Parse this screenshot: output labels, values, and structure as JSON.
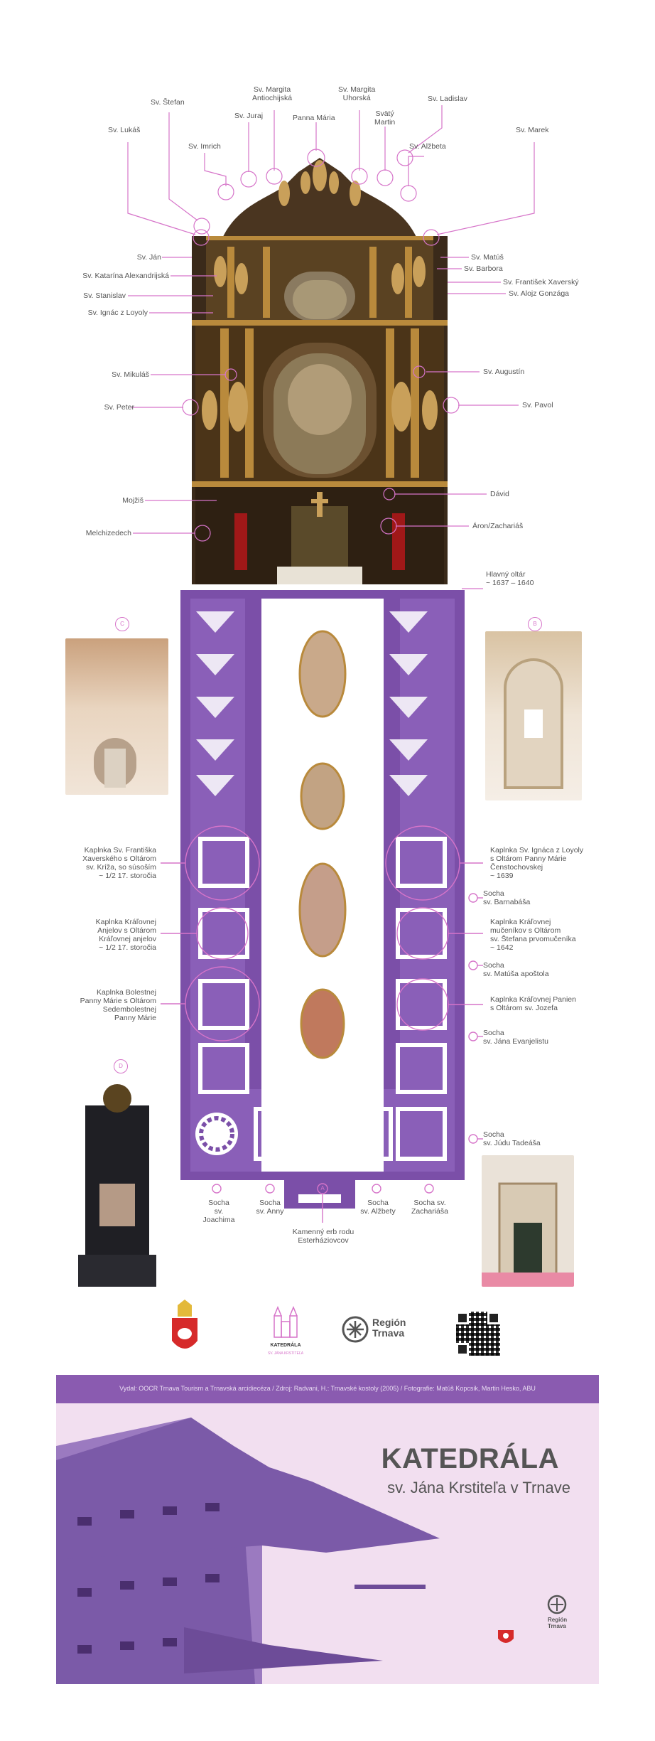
{
  "altar_labels": {
    "top": [
      "Sv. Margita\nAntiochijská",
      "Sv. Margita\nUhorská",
      "Sv. Štefan",
      "Sv. Ladislav",
      "Sv. Juraj",
      "Panna Mária",
      "Svätý\nMartin",
      "Sv. Lukáš",
      "Sv. Marek",
      "Sv. Imrich",
      "Sv. Alžbeta"
    ],
    "left": [
      "Sv. Ján",
      "Sv. Katarína Alexandrijská",
      "Sv. Stanislav",
      "Sv. Ignác z Loyoly",
      "Sv. Mikuláš",
      "Sv. Peter",
      "Mojžiš",
      "Melchizedech"
    ],
    "right": [
      "Sv. Matúš",
      "Sv. Barbora",
      "Sv. František Xaverský",
      "Sv. Alojz Gonzága",
      "Sv. Augustín",
      "Sv. Pavol",
      "Dávid",
      "Áron/Zachariáš",
      "Hlavný oltár\n~ 1637 – 1640"
    ]
  },
  "photo_markers": [
    "C",
    "B",
    "D",
    "A"
  ],
  "plan_left": [
    "Kaplnka Sv. Františka\nXaverského s Oltárom\nsv. Kríža, so súsoším\n~ 1/2 17. storočia",
    "Kaplnka Kráľovnej\nAnjelov s Oltárom\nKráľovnej anjelov\n~ 1/2 17. storočia",
    "Kaplnka Bolestnej\nPanny Márie s Oltárom\nSedembolestnej\nPanny Márie"
  ],
  "plan_right": [
    "Kaplnka Sv. Ignáca z Loyoly\ns Oltárom Panny Márie\nČenstochovskej\n~ 1639",
    "Socha\nsv. Barnabáša",
    "Kaplnka Kráľovnej\nmučeníkov s Oltárom\nsv. Štefana prvomučeníka\n~ 1642",
    "Socha\nsv. Matúša apoštola",
    "Kaplnka Kráľovnej Panien\ns Oltárom sv. Jozefa",
    "Socha\nsv. Jána Evanjelistu",
    "Socha\nsv. Júdu Tadeáša"
  ],
  "plan_bottom": [
    "Socha\nsv. Joachima",
    "Socha\nsv. Anny",
    "Socha\nsv. Alžbety",
    "Socha sv.\nZachariáša",
    "Kamenný erb rodu\nEsterháziovcov"
  ],
  "logos": {
    "katedrala": "KATEDRÁLA",
    "katedrala_sub": "SV. JÁNA KRSTITEĽA",
    "region": "Región\nTrnava"
  },
  "credits": "Vydal: OOCR Trnava Tourism a Trnavská arcidiecéza / Zdroj: Radvani, H.: Trnavské kostoly (2005) / Fotografie: Matúš Kopcsik, Martin Hesko, ABU",
  "banner": {
    "title": "KATEDRÁLA",
    "subtitle": "sv. Jána Krstiteľa v Trnave",
    "region": "Región\nTrnava"
  },
  "colors": {
    "pink": "#d674c9",
    "purple": "#7b4fa8",
    "banner_bg": "#f2dff0",
    "bar": "#8a5bb0",
    "gold": "#b98a3c"
  }
}
